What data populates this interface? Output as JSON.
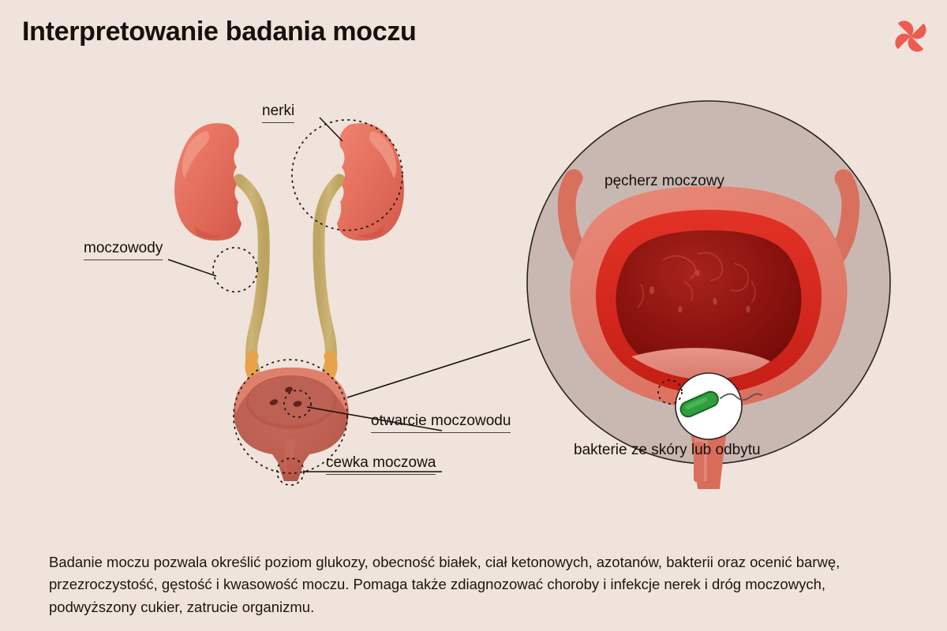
{
  "header": {
    "title": "Interpretowanie badania moczu",
    "logo": {
      "name": "clover-logo",
      "color": "#EE5B4F"
    }
  },
  "diagram": {
    "labels": {
      "kidneys": "nerki",
      "ureters": "moczowody",
      "ureteral_opening": "otwarcie moczowodu",
      "urethra": "cewka moczowa",
      "bladder": "pęcherz moczowy",
      "bacteria": "bakterie ze skóry lub odbytu"
    },
    "colors": {
      "background": "#EFE3DB",
      "kidney": "#E5705E",
      "kidney_shadow": "#D3594A",
      "kidney_highlight": "#EF8B79",
      "ureter": "#C9B272",
      "ureter_junction": "#E8A24A",
      "bladder_outer": "#E0806E",
      "bladder_inner": "#C06352",
      "magnifier_circle": "#C9B8B2",
      "bladder_wall_red": "#DA2A1E",
      "bladder_cavity": "#8E1410",
      "urine_pool": "#E8897E",
      "bacteria_green": "#2E9E3E",
      "leader_line": "#17100d"
    }
  },
  "body": {
    "paragraph": "Badanie moczu pozwala określić poziom glukozy, obecność białek, ciał ketonowych, azotanów, bakterii oraz ocenić barwę, przezroczystość, gęstość i kwasowość moczu. Pomaga także zdiagnozować choroby i infekcje nerek i dróg moczowych, podwyższony cukier, zatrucie organizmu."
  }
}
